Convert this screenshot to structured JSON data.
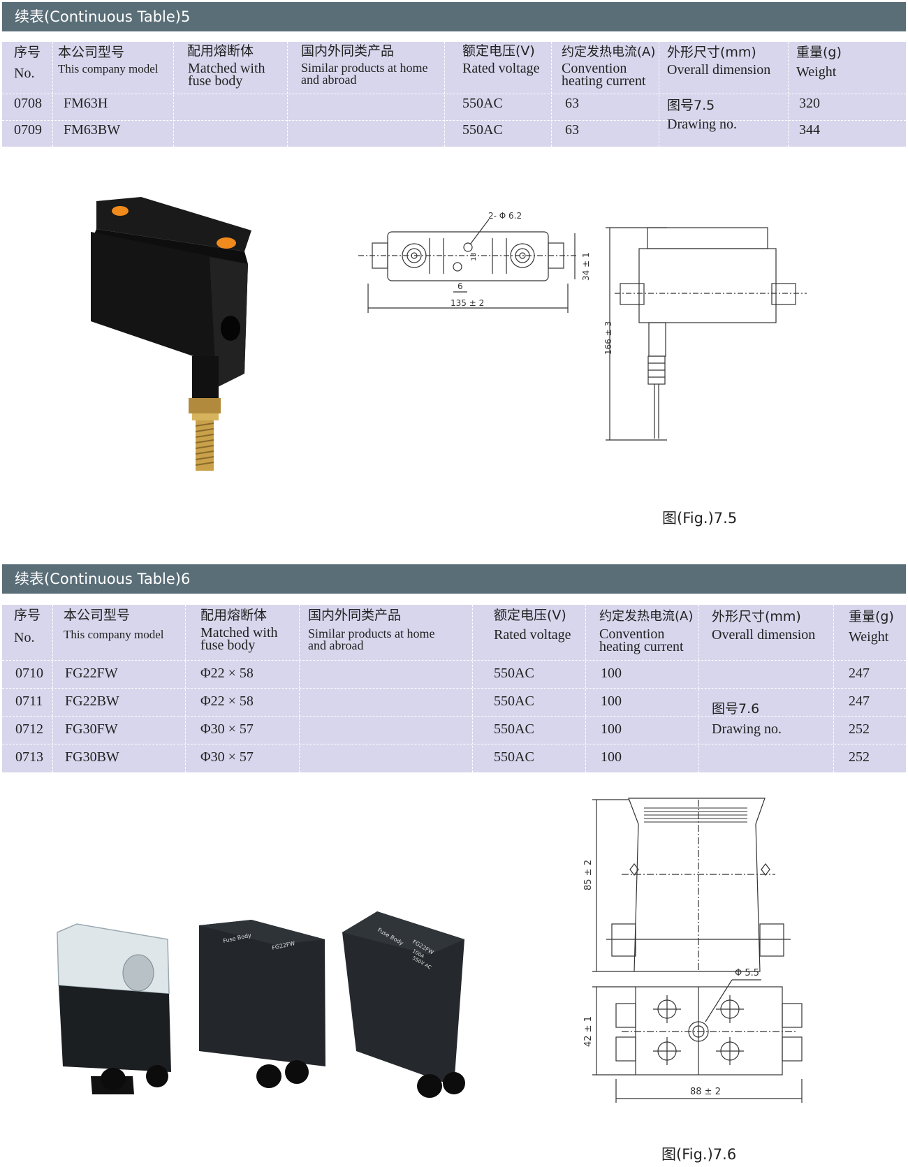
{
  "section1": {
    "band_title": "续表(Continuous Table)5",
    "headers": {
      "no_cn": "序号",
      "no_en": "No.",
      "model_cn": "本公司型号",
      "model_en": "This company model",
      "fuse_cn": "配用熔断体",
      "fuse_en": "Matched with fuse body",
      "similar_cn": "国内外同类产品",
      "similar_en": "Similar products at home and abroad",
      "voltage_cn": "额定电压(V)",
      "voltage_en": "Rated voltage",
      "current_cn": "约定发热电流(A)",
      "current_en": "Convention heating current",
      "dim_cn": "外形尺寸(mm)",
      "dim_en": "Overall dimension",
      "weight_cn": "重量(g)",
      "weight_en": "Weight"
    },
    "rows": [
      {
        "no": "0708",
        "model": "FM63H",
        "fuse": "",
        "similar": "",
        "voltage": "550AC",
        "current": "63",
        "weight": "320"
      },
      {
        "no": "0709",
        "model": "FM63BW",
        "fuse": "",
        "similar": "",
        "voltage": "550AC",
        "current": "63",
        "weight": "344"
      }
    ],
    "drawing_cn": "图号7.5",
    "drawing_en": "Drawing no.",
    "figure": {
      "dim_hole": "2- Φ 6.2",
      "dim_width": "135 ± 2",
      "dim_height_small": "34 ± 1",
      "dim_six": "6",
      "dim_thirteen": "13",
      "dim_height": "166 ± 3",
      "caption": "图(Fig.)7.5"
    }
  },
  "section2": {
    "band_title": "续表(Continuous Table)6",
    "headers": {
      "no_cn": "序号",
      "no_en": "No.",
      "model_cn": "本公司型号",
      "model_en": "This company model",
      "fuse_cn": "配用熔断体",
      "fuse_en": "Matched with fuse body",
      "similar_cn": "国内外同类产品",
      "similar_en": "Similar products at home and abroad",
      "voltage_cn": "额定电压(V)",
      "voltage_en": "Rated voltage",
      "current_cn": "约定发热电流(A)",
      "current_en": "Convention heating current",
      "dim_cn": "外形尺寸(mm)",
      "dim_en": "Overall dimension",
      "weight_cn": "重量(g)",
      "weight_en": "Weight"
    },
    "rows": [
      {
        "no": "0710",
        "model": "FG22FW",
        "fuse": "Φ22 × 58",
        "similar": "",
        "voltage": "550AC",
        "current": "100",
        "weight": "247"
      },
      {
        "no": "0711",
        "model": "FG22BW",
        "fuse": "Φ22 × 58",
        "similar": "",
        "voltage": "550AC",
        "current": "100",
        "weight": "247"
      },
      {
        "no": "0712",
        "model": "FG30FW",
        "fuse": "Φ30 × 57",
        "similar": "",
        "voltage": "550AC",
        "current": "100",
        "weight": "252"
      },
      {
        "no": "0713",
        "model": "FG30BW",
        "fuse": "Φ30 × 57",
        "similar": "",
        "voltage": "550AC",
        "current": "100",
        "weight": "252"
      }
    ],
    "drawing_cn": "图号7.6",
    "drawing_en": "Drawing no.",
    "figure": {
      "dim_height": "85 ± 2",
      "dim_hole": "Φ 5.5",
      "dim_height_small": "42 ± 1",
      "dim_width": "88 ± 2",
      "caption": "图(Fig.)7.6"
    },
    "photo_labels": {
      "fuse_body": "Fuse Body",
      "model_fg22fw": "FG22FW",
      "rating_100a": "100A",
      "rating_550v": "550V AC"
    }
  },
  "colors": {
    "band": "#5a6e78",
    "table_bg": "#d8d6ec",
    "orange_cap": "#f08a1c",
    "brass": "#c9a14a"
  }
}
